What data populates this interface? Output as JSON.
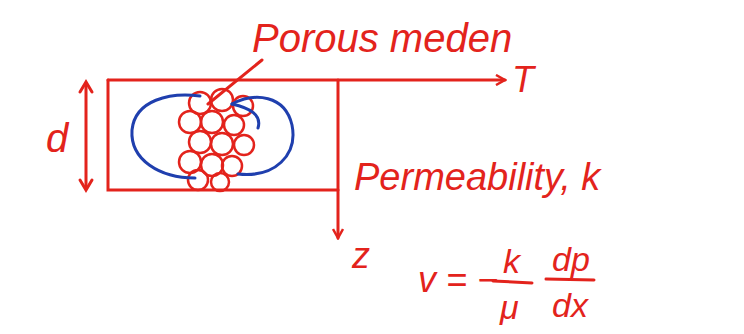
{
  "diagram": {
    "labels": [
      "Porous meden",
      "d",
      "T",
      "z",
      "Permeability, k",
      "v = −",
      "k",
      "μ",
      "dp",
      "dx"
    ]
  }
}
